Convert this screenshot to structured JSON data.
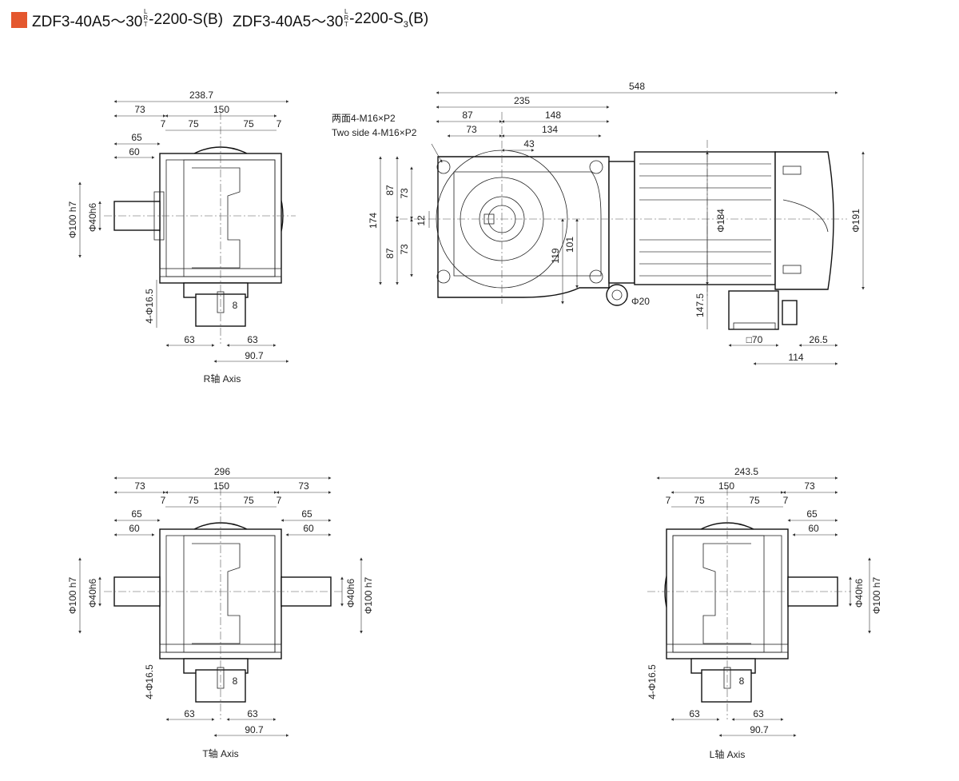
{
  "header": {
    "accent_color": "#e4572e",
    "model_a_prefix": "ZDF3-40A5～30",
    "model_a_suffix": "-2200-S(B)",
    "model_b_prefix": "ZDF3-40A5～30",
    "model_b_suffix_1": "-2200-S",
    "model_b_sub": "3",
    "model_b_suffix_2": "(B)",
    "axis_letters": [
      "L",
      "R",
      "T"
    ]
  },
  "r_view": {
    "caption": "R轴 Axis",
    "dims": {
      "overall": "238.7",
      "left": "73",
      "body": "150",
      "flange_l": "7",
      "half_l": "75",
      "half_r": "75",
      "flange_r": "7",
      "shaft_65": "65",
      "shaft_60": "60",
      "phi_hub": "Φ100 h7",
      "phi_shaft": "Φ40h6",
      "bolt": "4-Φ16.5",
      "key": "8",
      "base_l": "63",
      "base_r": "63",
      "base_total": "90.7"
    }
  },
  "front_view": {
    "callout_cn": "两面4-M16×P2",
    "callout_en": "Two side 4-M16×P2",
    "dims": {
      "total": "548",
      "gear_len": "235",
      "d87": "87",
      "d148": "148",
      "d73": "73",
      "d134": "134",
      "d43": "43",
      "height": "174",
      "h87_top": "87",
      "h73_top": "73",
      "h12": "12",
      "h87_bot": "87",
      "h73_bot": "73",
      "h119": "119",
      "h101": "101",
      "phi184": "Φ184",
      "phi191": "Φ191",
      "phi20": "Φ20",
      "h147": "147.5",
      "sq70": "□70",
      "d26": "26.5",
      "d114": "114"
    }
  },
  "t_view": {
    "caption": "T轴 Axis",
    "dims": {
      "overall": "296",
      "left": "73",
      "body": "150",
      "right": "73",
      "flange_l": "7",
      "half_l": "75",
      "half_r": "75",
      "flange_r": "7",
      "l65": "65",
      "l60": "60",
      "r65": "65",
      "r60": "60",
      "phi_hub_l": "Φ100 h7",
      "phi_shaft_l": "Φ40h6",
      "phi_shaft_r": "Φ40h6",
      "phi_hub_r": "Φ100 h7",
      "bolt": "4-Φ16.5",
      "key": "8",
      "base_l": "63",
      "base_r": "63",
      "base_total": "90.7"
    }
  },
  "l_view": {
    "caption": "L轴 Axis",
    "dims": {
      "overall": "243.5",
      "body": "150",
      "right": "73",
      "flange_l": "7",
      "half_l": "75",
      "half_r": "75",
      "flange_r": "7",
      "r65": "65",
      "r60": "60",
      "phi_shaft": "Φ40h6",
      "phi_hub": "Φ100 h7",
      "bolt": "4-Φ16.5",
      "key": "8",
      "base_l": "63",
      "base_r": "63",
      "base_total": "90.7"
    }
  }
}
